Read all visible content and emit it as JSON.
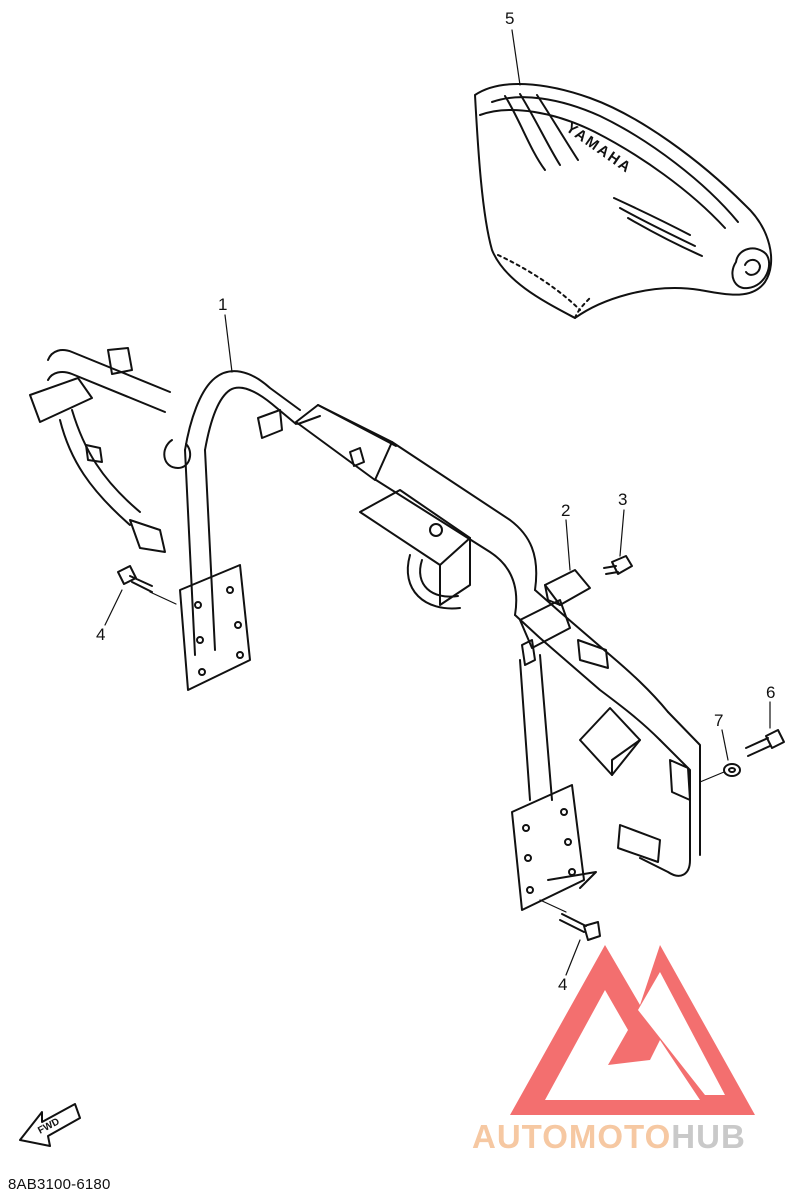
{
  "callouts": {
    "c1": "1",
    "c2": "2",
    "c3": "3",
    "c4a": "4",
    "c4b": "4",
    "c5": "5",
    "c6": "6",
    "c7": "7"
  },
  "seat_brand": "YAMAHA",
  "fwd_label": "FWD",
  "diagram_code": "8AB3100-6180",
  "watermark": {
    "part1": "AUTOMOTO",
    "part2": "HUB",
    "color_red": "#f04040",
    "color_orange": "#f6c8a2",
    "color_gray": "#c9c9c9"
  },
  "icons": [
    "seat-icon",
    "frame-icon",
    "bolt-icon",
    "washer-icon",
    "bracket-icon",
    "fwd-arrow-icon",
    "logo-icon"
  ]
}
